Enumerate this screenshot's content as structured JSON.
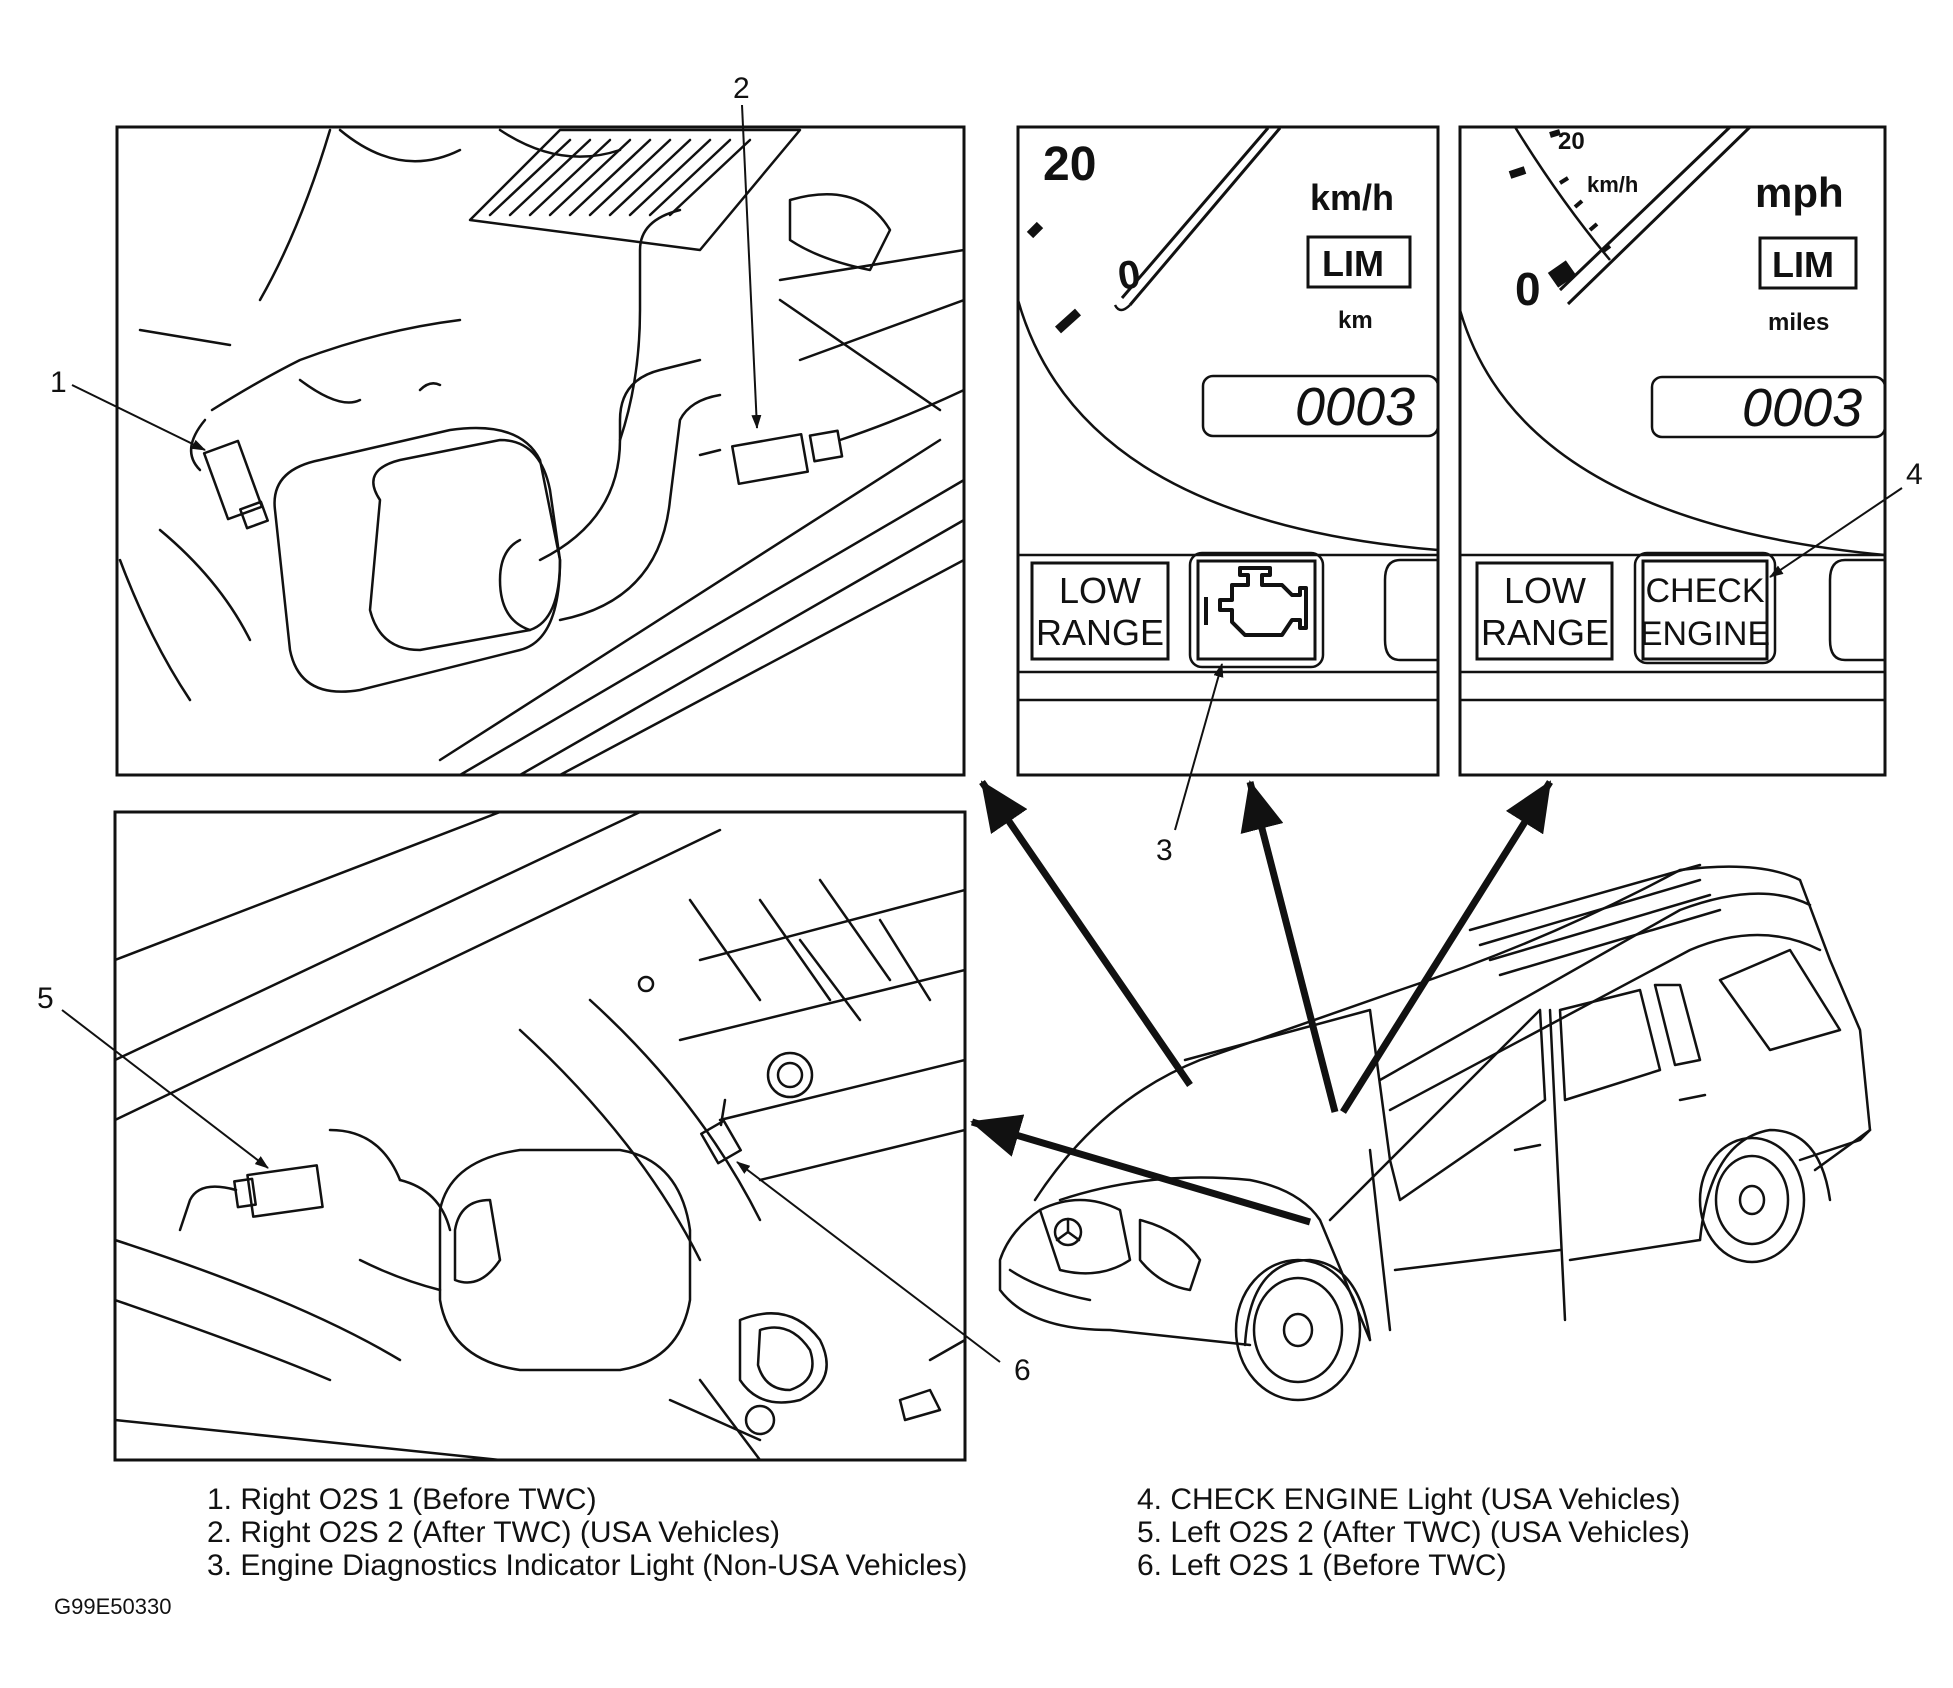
{
  "callouts": [
    "1",
    "2",
    "3",
    "4",
    "5",
    "6"
  ],
  "cluster_metric": {
    "speed_tick": "20",
    "zero": "0",
    "unit": "km/h",
    "lim": "LIM",
    "distance_unit": "km",
    "odometer": "0003",
    "low_range": [
      "LOW",
      "RANGE"
    ]
  },
  "cluster_usa": {
    "speed_tick": "20",
    "zero": "0",
    "small_unit": "km/h",
    "unit": "mph",
    "lim": "LIM",
    "distance_unit": "miles",
    "odometer": "0003",
    "low_range": [
      "LOW",
      "RANGE"
    ],
    "check_engine": [
      "CHECK",
      "ENGINE"
    ]
  },
  "legend": {
    "left": [
      "1. Right O2S 1 (Before TWC)",
      "2. Right O2S 2 (After TWC) (USA Vehicles)",
      "3. Engine Diagnostics Indicator Light (Non-USA Vehicles)"
    ],
    "right": [
      "4. CHECK ENGINE Light (USA Vehicles)",
      "5. Left O2S 2 (After TWC) (USA Vehicles)",
      "6. Left O2S 1 (Before TWC)"
    ]
  },
  "figure_id": "G99E50330",
  "icon_names": [
    "engine-icon",
    "mercedes-star-icon",
    "oxygen-sensor-icon",
    "catalytic-converter-icon",
    "wheel-icon"
  ]
}
